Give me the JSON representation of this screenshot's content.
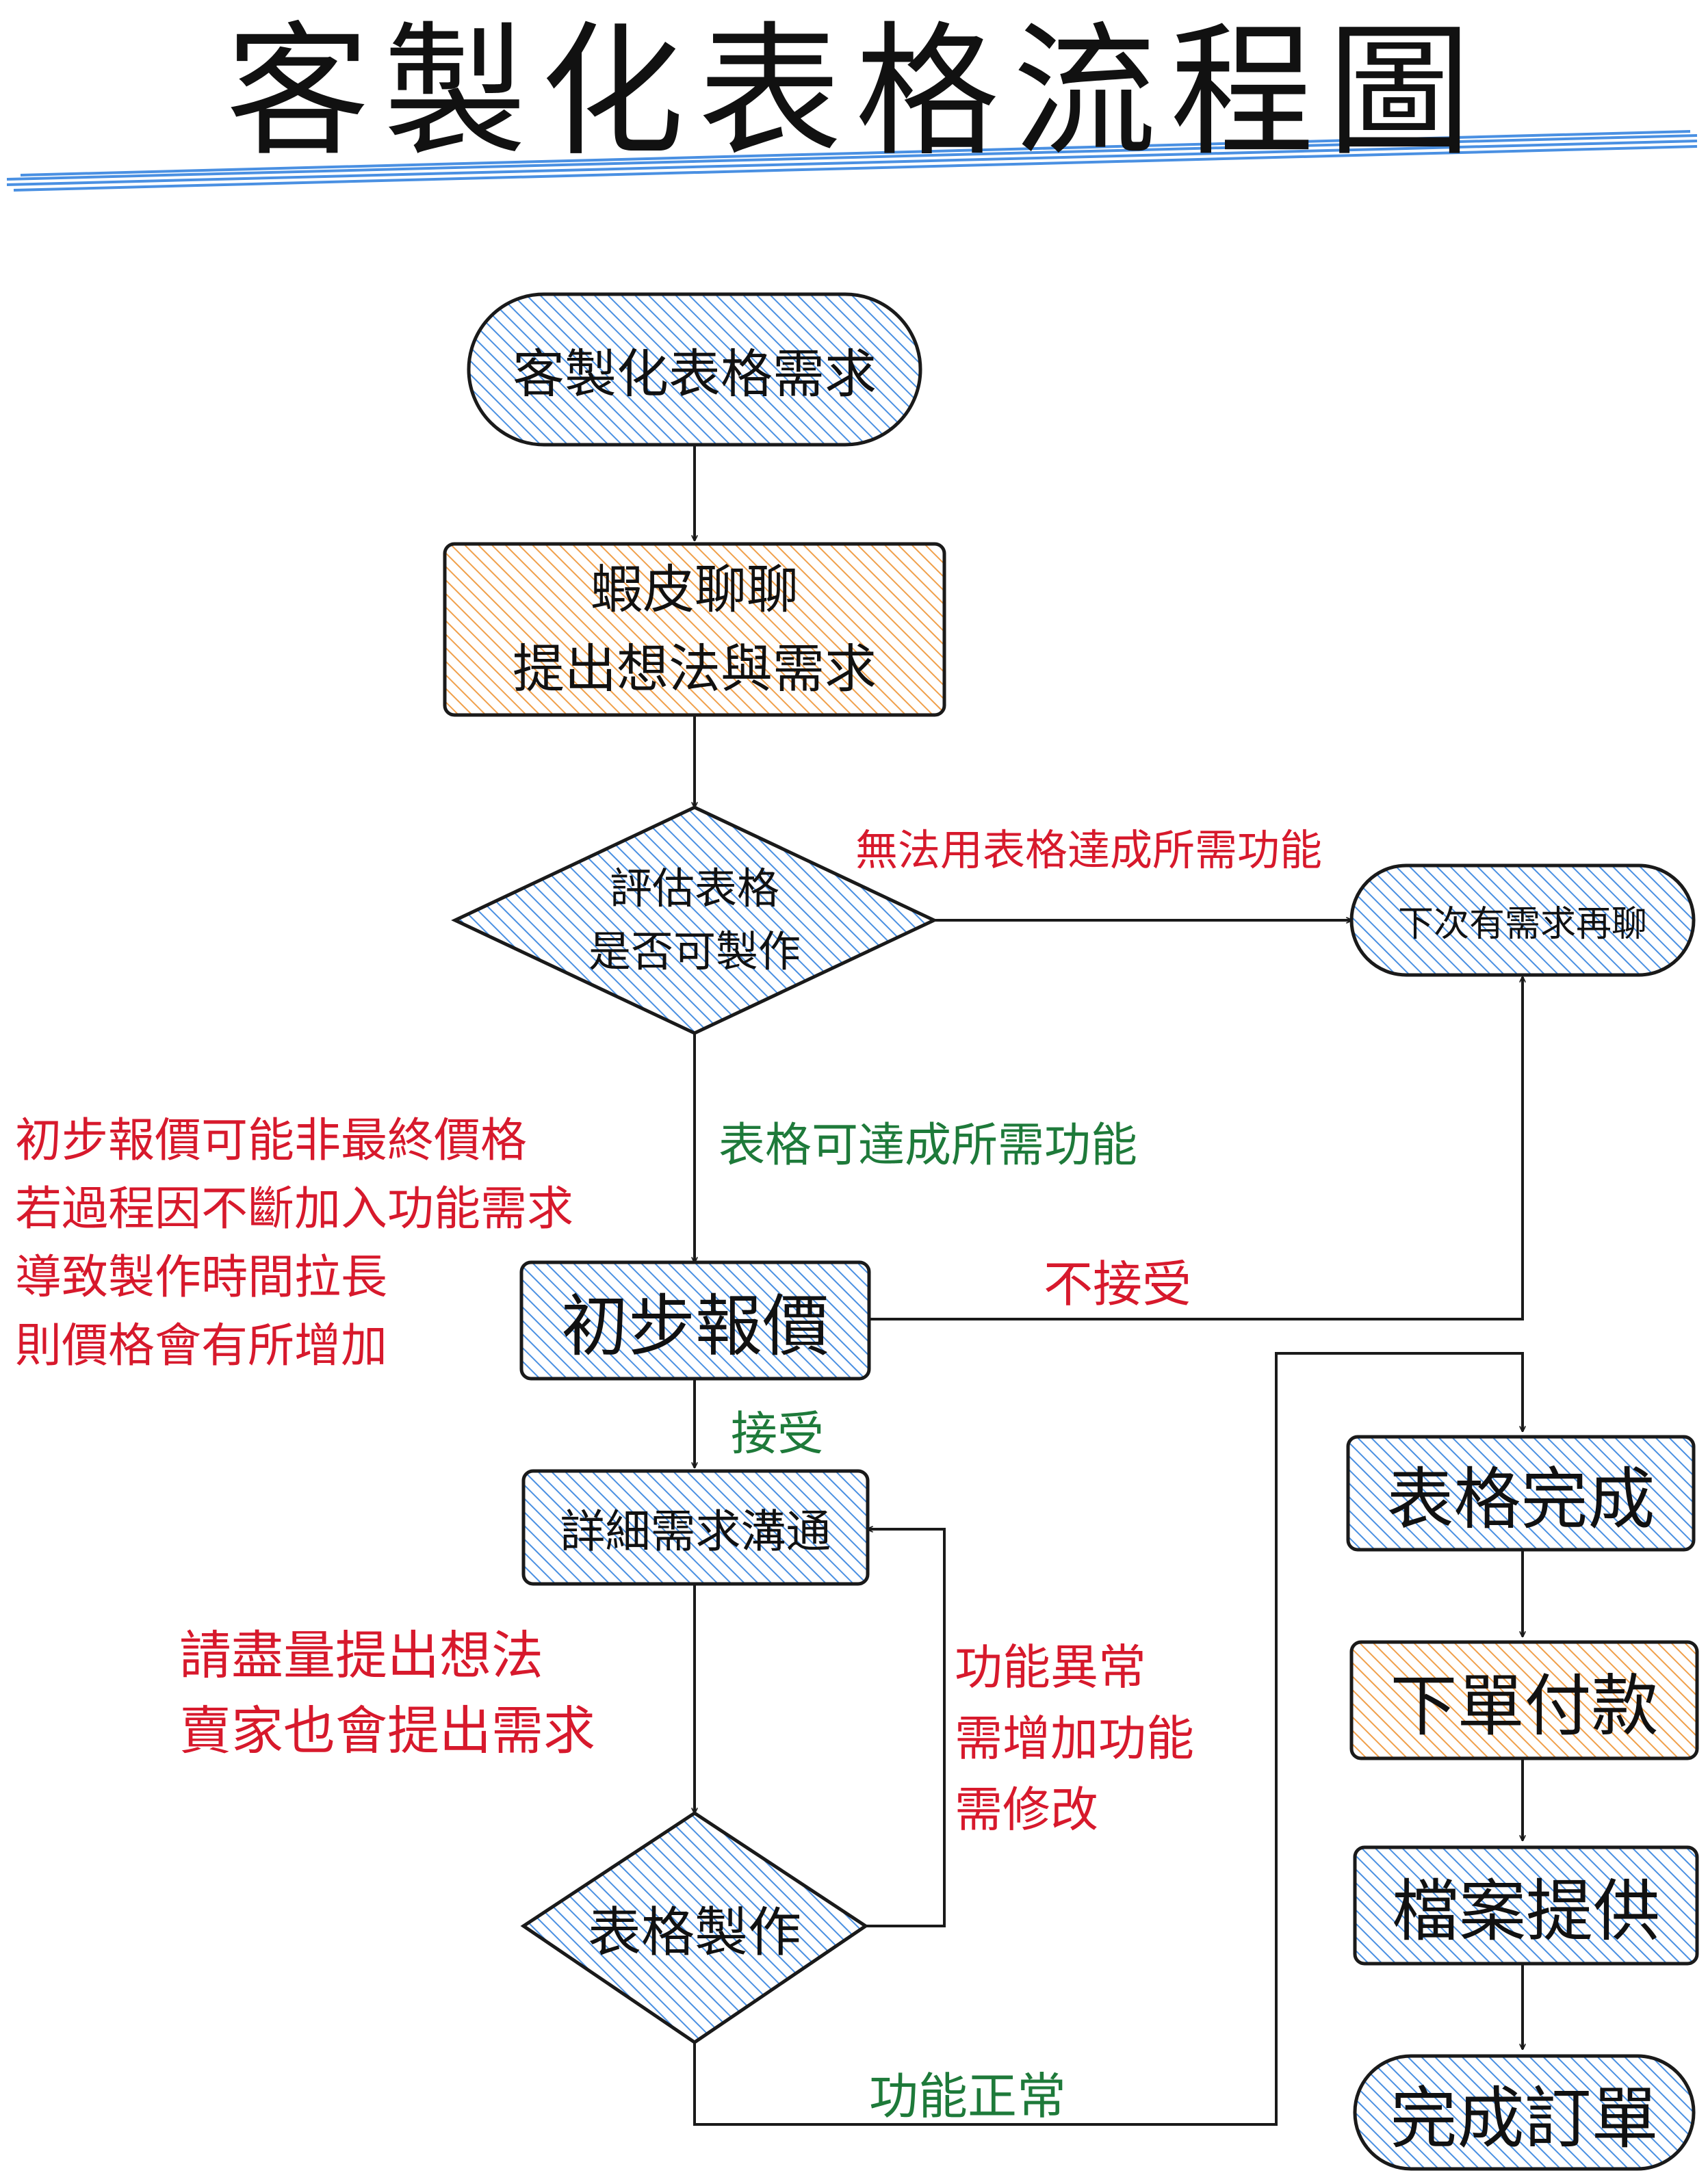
{
  "title": "客製化表格流程圖",
  "colors": {
    "blue": "#4a90e2",
    "orange": "#f0a04b",
    "stroke": "#1a1a1a",
    "red": "#d7192c",
    "green": "#1e7a3a"
  },
  "nodes": {
    "start": {
      "label": "客製化表格需求",
      "shape": "rounded-rect",
      "fill": "blue"
    },
    "chat": {
      "lines": [
        "蝦皮聊聊",
        "提出想法與需求"
      ],
      "shape": "rect",
      "fill": "orange"
    },
    "evaluate": {
      "lines": [
        "評估表格",
        "是否可製作"
      ],
      "shape": "diamond",
      "fill": "blue"
    },
    "later": {
      "label": "下次有需求再聊",
      "shape": "rounded-rect",
      "fill": "blue"
    },
    "quote": {
      "label": "初步報價",
      "shape": "rect",
      "fill": "blue"
    },
    "detail": {
      "label": "詳細需求溝通",
      "shape": "rect",
      "fill": "blue"
    },
    "make": {
      "label": "表格製作",
      "shape": "diamond",
      "fill": "blue"
    },
    "done": {
      "label": "表格完成",
      "shape": "rect",
      "fill": "blue"
    },
    "pay": {
      "label": "下單付款",
      "shape": "rect",
      "fill": "orange"
    },
    "file": {
      "label": "檔案提供",
      "shape": "rect",
      "fill": "blue"
    },
    "complete": {
      "label": "完成訂單",
      "shape": "rounded-rect",
      "fill": "blue"
    }
  },
  "edge_labels": {
    "cannot": "無法用表格達成所需功能",
    "can": "表格可達成所需功能",
    "reject": "不接受",
    "accept": "接受",
    "normal": "功能正常"
  },
  "notes": {
    "quote_note": [
      "初步報價可能非最終價格",
      "若過程因不斷加入功能需求",
      "導致製作時間拉長",
      "則價格會有所增加"
    ],
    "detail_note": [
      "請盡量提出想法",
      "賣家也會提出需求"
    ],
    "abnormal_note": [
      "功能異常",
      "需增加功能",
      "需修改"
    ]
  }
}
